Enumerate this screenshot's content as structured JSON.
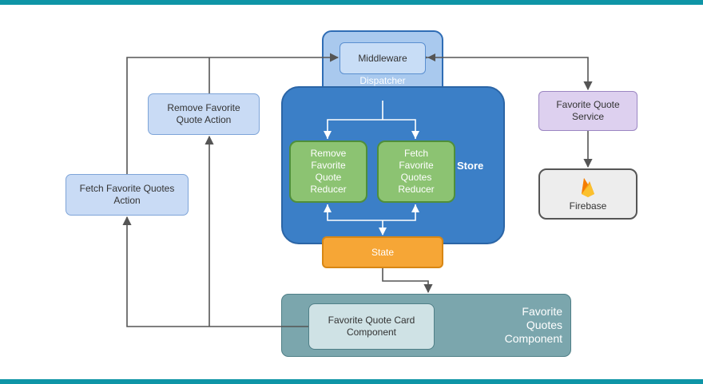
{
  "colors": {
    "accent_bar": "#0e95a6",
    "dispatcher": "#a9c9ee",
    "store": "#3b7fc7",
    "reducer": "#8cc372",
    "state": "#f6a636",
    "action": "#c9dbf5",
    "service": "#ddd0ef",
    "firebase_box": "#ededed",
    "component": "#7ba6ad",
    "arrow": "#555555"
  },
  "nodes": {
    "middleware": "Middleware",
    "dispatcher": "Dispatcher",
    "store": "Store",
    "remove_reducer": "Remove\nFavorite\nQuote\nReducer",
    "fetch_reducer": "Fetch\nFavorite\nQuotes\nReducer",
    "state": "State",
    "remove_action": "Remove Favorite\nQuote Action",
    "fetch_action": "Fetch Favorite Quotes\nAction",
    "service": "Favorite Quote\nService",
    "firebase": "Firebase",
    "firebase_icon": "firebase-flame-icon",
    "favorite_quotes_component": "Favorite\nQuotes\nComponent",
    "card_component": "Favorite Quote Card\nComponent"
  }
}
